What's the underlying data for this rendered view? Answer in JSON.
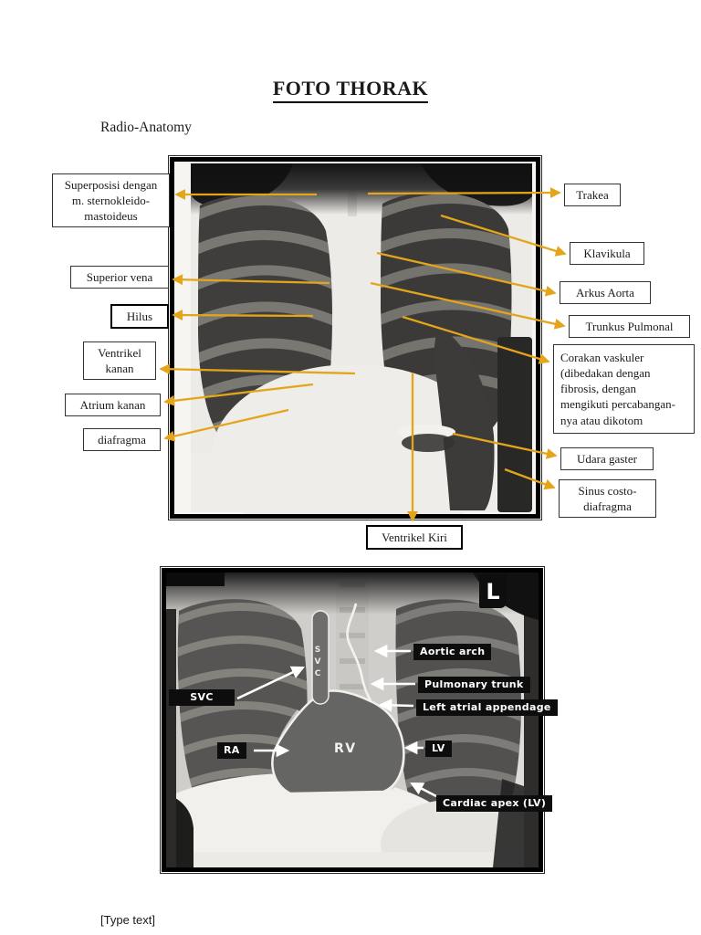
{
  "page": {
    "title": "FOTO THORAK",
    "subtitle": "Radio-Anatomy",
    "footer": "[Type text]"
  },
  "colors": {
    "annotation_arrow_gold": "#E4A51B",
    "figure2_arrow_white": "#FFFFFF",
    "figure2_label_bg": "#0D0D0D"
  },
  "figure1": {
    "labels_left": [
      "Superposisi dengan\nm. sternokleido-\nmastoideus",
      "Superior vena",
      "Hilus",
      "Ventrikel\nkanan",
      "Atrium kanan",
      "diafragma"
    ],
    "labels_right": [
      "Trakea",
      "Klavikula",
      "Arkus Aorta",
      "Trunkus Pulmonal",
      "Corakan vaskuler\n(dibedakan dengan\nfibrosis, dengan\nmengikuti percabangan-\nnya atau dikotom",
      "Udara gaster",
      "Sinus costo-\ndiafragma"
    ],
    "label_bottom": "Ventrikel Kiri"
  },
  "figure2": {
    "orientation_marker": "L",
    "svc_vertical_text": "SVC",
    "labels": {
      "svc": "SVC",
      "aortic_arch": "Aortic arch",
      "pulmonary_trunk": "Pulmonary trunk",
      "left_atrial_appendage": "Left atrial appendage",
      "ra": "RA",
      "rv": "RV",
      "lv": "LV",
      "cardiac_apex": "Cardiac apex (LV)"
    }
  }
}
